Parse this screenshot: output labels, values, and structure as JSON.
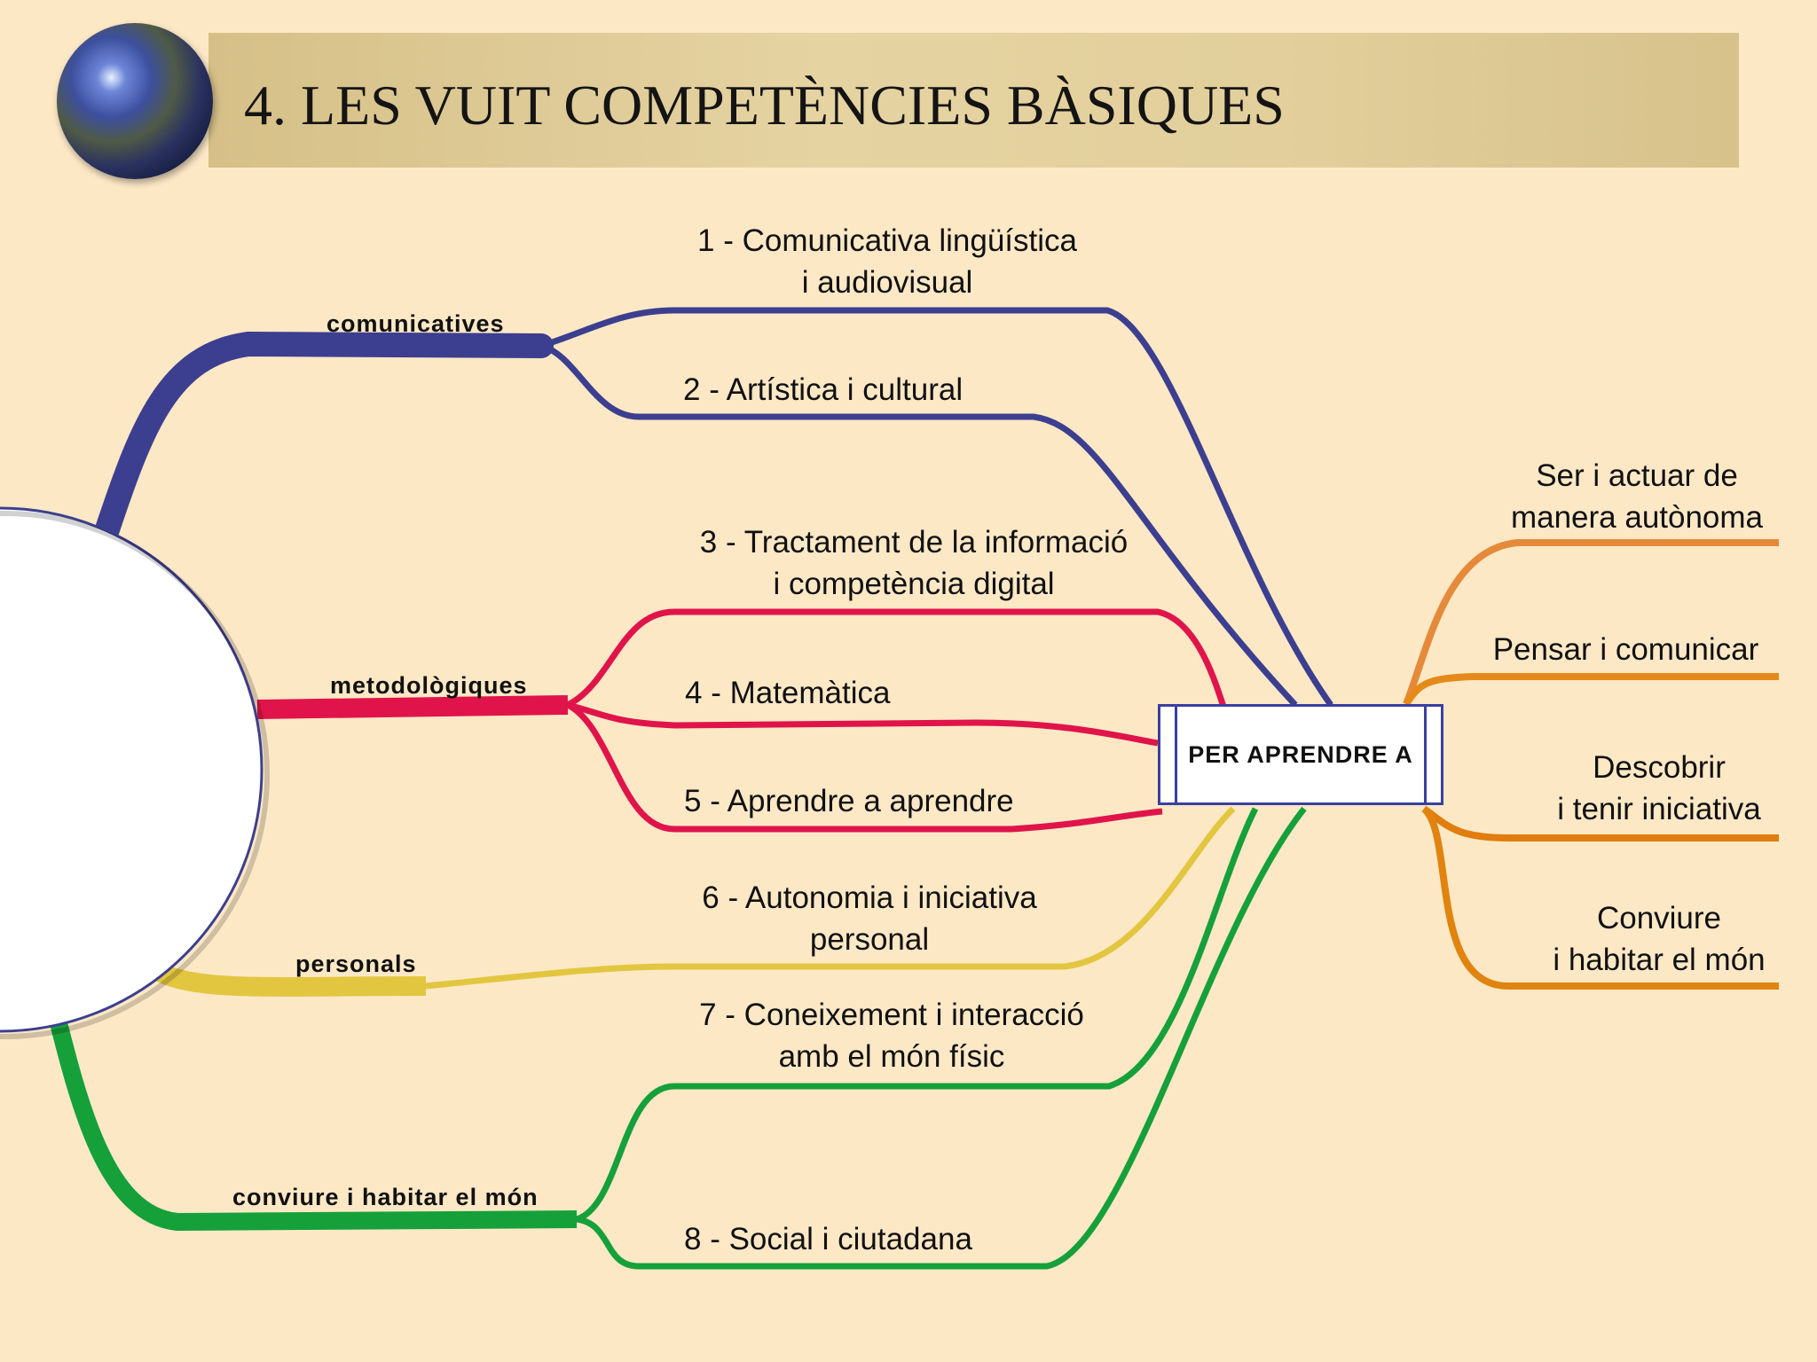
{
  "slide": {
    "title": "4. LES VUIT COMPETÈNCIES BÀSIQUES"
  },
  "diagram": {
    "center": "PER APRENDRE A",
    "categories": [
      {
        "label": "comunicatives",
        "color": "#3c3f8f"
      },
      {
        "label": "metodològiques",
        "color": "#e0144a"
      },
      {
        "label": "personals",
        "color": "#e3c640"
      },
      {
        "label": "conviure i habitar el món",
        "color": "#15a03a"
      }
    ],
    "competencies": [
      {
        "line1": "1 - Comunicativa lingüística",
        "line2": "i audiovisual"
      },
      {
        "line1": "2 - Artística i cultural",
        "line2": ""
      },
      {
        "line1": "3 - Tractament de la informació",
        "line2": "i competència digital"
      },
      {
        "line1": "4 - Matemàtica",
        "line2": ""
      },
      {
        "line1": "5 - Aprendre a aprendre",
        "line2": ""
      },
      {
        "line1": "6 - Autonomia i iniciativa",
        "line2": "personal"
      },
      {
        "line1": "7 - Coneixement i interacció",
        "line2": "amb el món físic"
      },
      {
        "line1": "8 - Social i ciutadana",
        "line2": ""
      }
    ],
    "outcomes": [
      {
        "line1": "Ser i actuar de",
        "line2": "manera autònoma",
        "color": "#e58a3a"
      },
      {
        "line1": "Pensar i comunicar",
        "line2": "",
        "color": "#e58a1a"
      },
      {
        "line1": "Descobrir",
        "line2": "i tenir iniciativa",
        "color": "#e07d0e"
      },
      {
        "line1": "Conviure",
        "line2": "i habitar el món",
        "color": "#e0840f"
      }
    ]
  }
}
